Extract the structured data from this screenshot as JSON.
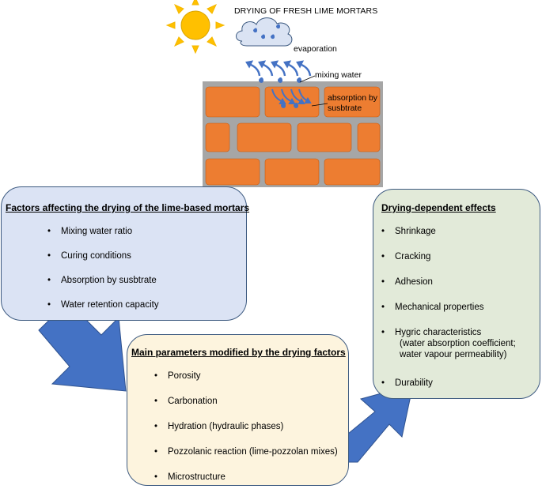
{
  "header": {
    "title": "DRYING OF FRESH LIME MORTARS",
    "label_evaporation": "evaporation",
    "label_mixing_water": "mixing water",
    "label_absorption_line1": "absorption by",
    "label_absorption_line2": "susbtrate"
  },
  "factors": {
    "heading": "Factors affecting the drying of the lime-based mortars",
    "items": [
      "Mixing water ratio",
      "Curing conditions",
      "Absorption by susbtrate",
      "Water retention capacity"
    ]
  },
  "parameters": {
    "heading": "Main parameters modified  by the drying factors",
    "items": [
      "Porosity",
      "Carbonation",
      "Hydration (hydraulic phases)",
      "Pozzolanic reaction (lime-pozzolan mixes)",
      "Microstructure"
    ]
  },
  "effects": {
    "heading": "Drying-dependent effects",
    "items": [
      {
        "text": "Shrinkage"
      },
      {
        "text": "Cracking"
      },
      {
        "text": "Adhesion"
      },
      {
        "text": "Mechanical properties"
      },
      {
        "text": "Hygric characteristics",
        "sub1": "(water absorption coefficient;",
        "sub2": "water vapour permeability)"
      },
      {
        "text": "Durability"
      }
    ]
  },
  "colors": {
    "brick": "#ed7d31",
    "mortar": "#a6a6a6",
    "arrow": "#4472c4",
    "sun": "#ffc000",
    "cloud": "#dae3f3",
    "factors_box": "#dbe3f4",
    "params_box": "#fdf4de",
    "effects_box": "#e2ead9"
  }
}
